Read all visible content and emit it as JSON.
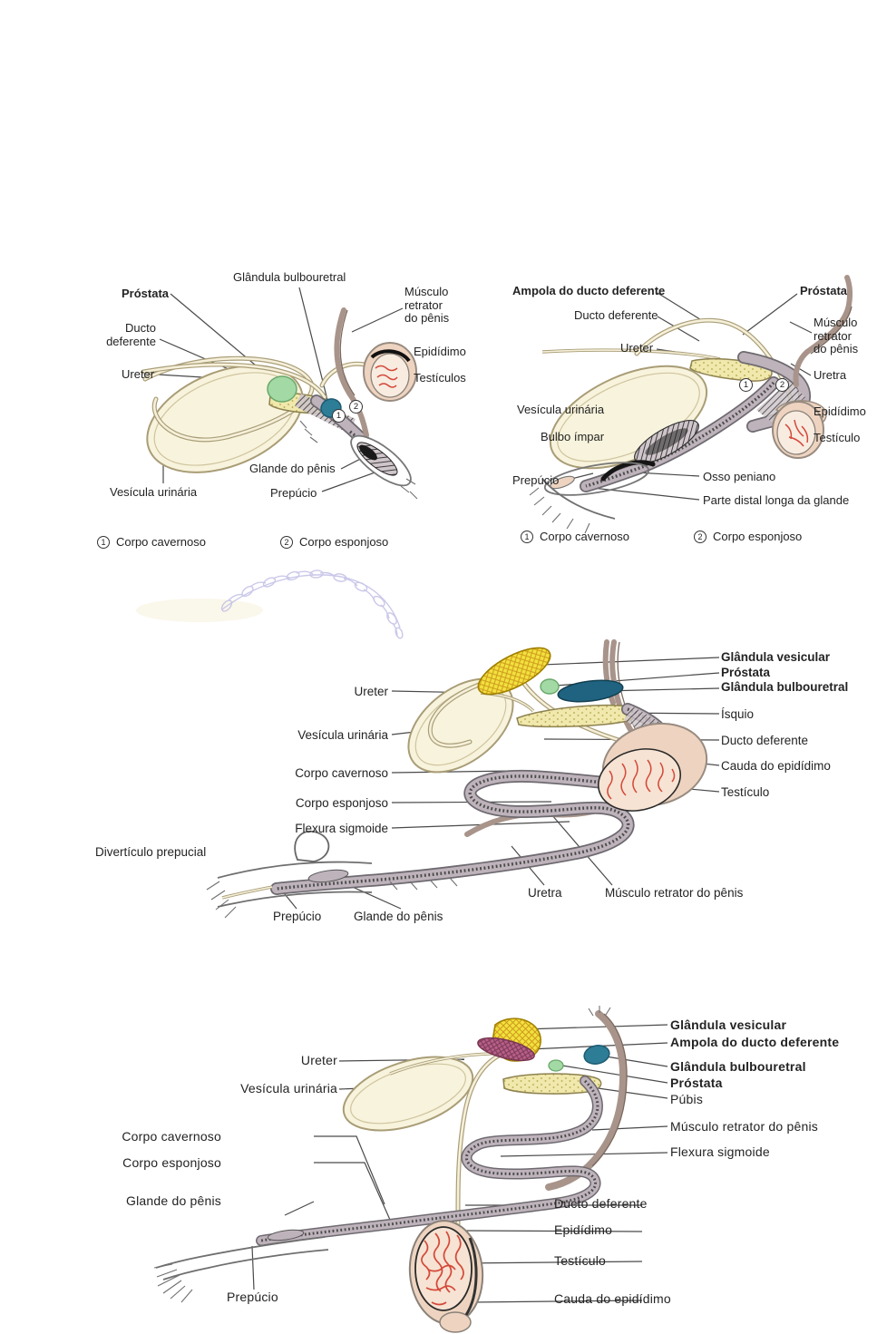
{
  "palette": {
    "bladder": "#f8f3dc",
    "prostate": "#a3d9a5",
    "bulbourethral": "#2e7d96",
    "vesicular_gland": "#f2e13e",
    "ampulla": "#b95f88",
    "bone": "#f0e8ac",
    "penis_gray": "#beb3bb",
    "muscle_brown": "#a8948a",
    "testis": "#eed4c0",
    "vessels_red": "#d4493a",
    "text": "#232323",
    "watermark": "#b9b6e2"
  },
  "d1": {
    "labels": {
      "glandula_bulbouretral": "Glândula bulbouretral",
      "prostata": "Próstata",
      "musculo_retrator": "Músculo retrator do pênis",
      "ducto_deferente": "Ducto deferente",
      "epididimo": "Epidídimo",
      "ureter": "Ureter",
      "testiculos": "Testículos",
      "glande_penis": "Glande do pênis",
      "vesicula_urinaria": "Vesícula urinária",
      "prepucio": "Prepúcio"
    },
    "markers": {
      "m1": "1",
      "m2": "2"
    },
    "legend": {
      "n1": "1",
      "t1": "Corpo cavernoso",
      "n2": "2",
      "t2": "Corpo esponjoso"
    }
  },
  "d2": {
    "labels": {
      "ampola": "Ampola do ducto deferente",
      "prostata": "Próstata",
      "ducto_deferente": "Ducto deferente",
      "musculo_retrator": "Músculo retrator do pênis",
      "ureter": "Ureter",
      "uretra": "Uretra",
      "vesicula_urinaria": "Vesícula urinária",
      "epididimo": "Epidídimo",
      "bulbo_impar": "Bulbo ímpar",
      "testiculo": "Testículo",
      "prepucio": "Prepúcio",
      "osso_peniano": "Osso peniano",
      "parte_distal": "Parte distal longa da glande"
    },
    "markers": {
      "m1": "1",
      "m2": "2"
    },
    "legend": {
      "n1": "1",
      "t1": "Corpo cavernoso",
      "n2": "2",
      "t2": "Corpo esponjoso"
    }
  },
  "d3": {
    "labels": {
      "glandula_vesicular": "Glândula vesicular",
      "prostata": "Próstata",
      "glandula_bulbouretral": "Glândula bulbouretral",
      "ureter": "Ureter",
      "isquio": "Ísquio",
      "vesicula_urinaria": "Vesícula urinária",
      "ducto_deferente": "Ducto deferente",
      "corpo_cavernoso": "Corpo cavernoso",
      "cauda_epididimo": "Cauda do epidídimo",
      "corpo_esponjoso": "Corpo esponjoso",
      "testiculo": "Testículo",
      "flexura_sigmoide": "Flexura sigmoide",
      "diverticulo_prepucial": "Divertículo prepucial",
      "uretra": "Uretra",
      "musculo_retrator": "Músculo retrator do pênis",
      "prepucio": "Prepúcio",
      "glande_penis": "Glande do pênis"
    }
  },
  "d4": {
    "labels": {
      "glandula_vesicular": "Glândula vesicular",
      "ampola": "Ampola do ducto deferente",
      "glandula_bulbouretral": "Glândula bulbouretral",
      "prostata": "Próstata",
      "pubis": "Púbis",
      "ureter": "Ureter",
      "vesicula_urinaria": "Vesícula urinária",
      "musculo_retrator": "Músculo retrator do pênis",
      "corpo_cavernoso": "Corpo cavernoso",
      "flexura_sigmoide": "Flexura sigmoide",
      "corpo_esponjoso": "Corpo esponjoso",
      "glande_penis": "Glande do pênis",
      "ducto_deferente": "Ducto deferente",
      "epididimo": "Epidídimo",
      "testiculo": "Testículo",
      "prepucio": "Prepúcio",
      "cauda_epididimo": "Cauda do epidídimo"
    }
  }
}
